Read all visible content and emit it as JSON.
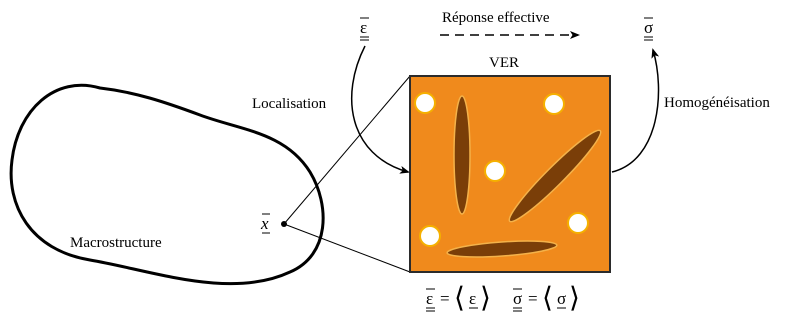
{
  "labels": {
    "response": "Réponse effective",
    "rve": "VER",
    "localisation": "Localisation",
    "homogenisation": "Homogénéisation",
    "macrostructure": "Macrostructure"
  },
  "symbols": {
    "macro_strain": "ε",
    "macro_stress": "σ",
    "point": "x"
  },
  "relations": {
    "strain_lhs": "ε",
    "strain_equals": "=",
    "strain_open": "⟨",
    "strain_inner": "ε",
    "strain_close": "⟩",
    "stress_lhs": "σ",
    "stress_equals": "=",
    "stress_open": "⟨",
    "stress_inner": "σ",
    "stress_close": "⟩"
  },
  "colors": {
    "rve_fill": "#f08a1c",
    "rve_border": "#2b2b2b",
    "inclusion_fill": "#7a3e08",
    "inclusion_edge": "#f4b24a",
    "pore_fill": "#ffffff",
    "pore_edge": "#f5b000",
    "line": "#000000"
  }
}
